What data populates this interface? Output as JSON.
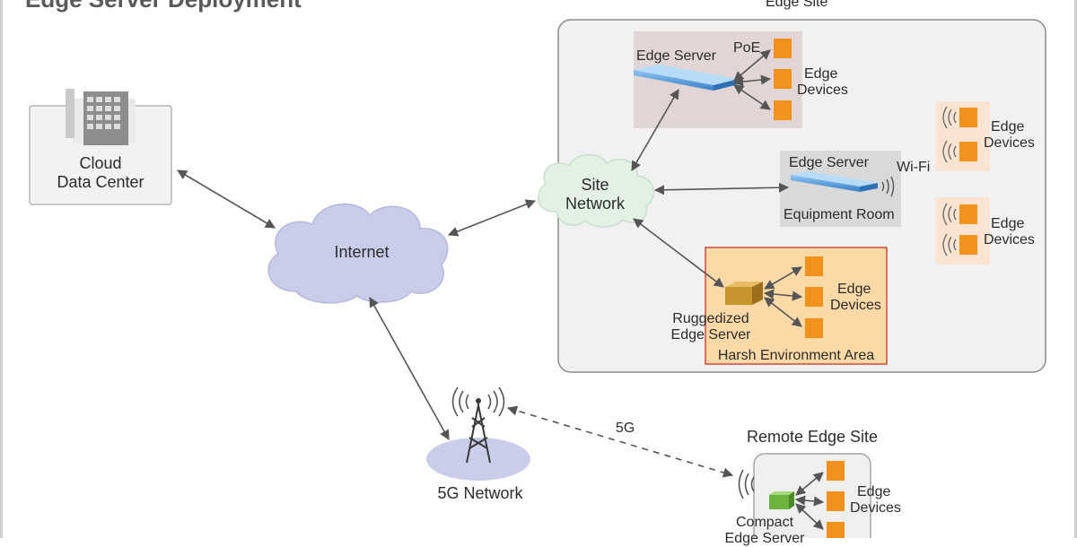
{
  "diagram": {
    "title": "Edge Server Deployment",
    "cloud_data_center": [
      "Cloud",
      "Data Center"
    ],
    "internet": "Internet",
    "site_network": [
      "Site",
      "Network"
    ],
    "five_g_network": "5G Network",
    "five_g_link": "5G",
    "edge_site": {
      "title": "Edge Site",
      "main_server": "Edge Server",
      "poe": "PoE",
      "devices_1": [
        "Edge",
        "Devices"
      ],
      "equipment_room": {
        "server": "Edge Server",
        "wifi": "Wi-Fi",
        "label": "Equipment Room"
      },
      "wifi_devices_1": [
        "Edge",
        "Devices"
      ],
      "wifi_devices_2": [
        "Edge",
        "Devices"
      ],
      "harsh_area": {
        "label": "Harsh Environment Area",
        "server": [
          "Ruggedized",
          "Edge Server"
        ],
        "devices": [
          "Edge",
          "Devices"
        ]
      }
    },
    "remote_site": {
      "title": "Remote Edge Site",
      "server": [
        "Compact",
        "Edge Server"
      ],
      "devices": [
        "Edge",
        "Devices"
      ]
    },
    "colors": {
      "device_orange": "#f2921c",
      "cloud_blue": "#c9cdea",
      "site_network_green": "#e2f1e4",
      "server_blue": "#4f92d6",
      "rugged_server": "#c8942e",
      "compact_server": "#6db33f",
      "harsh_area_fill": "#fcd9a6",
      "harsh_area_border": "#d24a3c",
      "edge_site_fill": "#f1f1f1",
      "poe_zone_fill": "#e1d5d5",
      "equipment_room_fill": "#d9d9d9",
      "wifi_device_zone": "#fbe3d1"
    }
  }
}
